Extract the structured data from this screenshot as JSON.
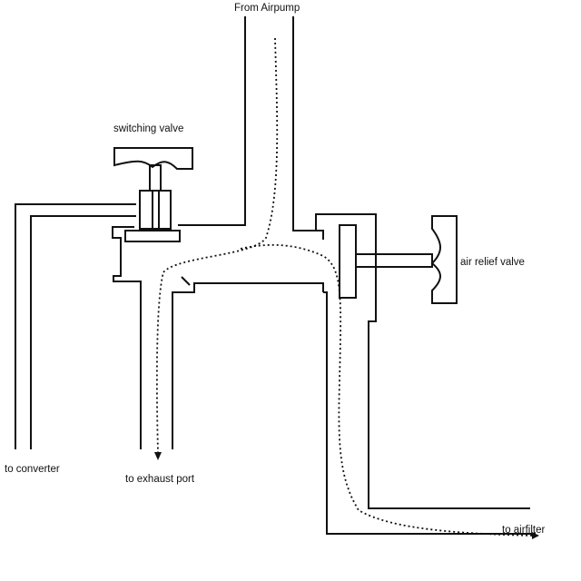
{
  "labels": {
    "from_airpump": "From Airpump",
    "switching_valve": "switching valve",
    "air_relief_valve": "air relief valve",
    "to_converter": "to converter",
    "to_exhaust_port": "to exhaust port",
    "to_airfilter": "to airfilter"
  },
  "colors": {
    "line": "#111111",
    "background": "#ffffff"
  }
}
